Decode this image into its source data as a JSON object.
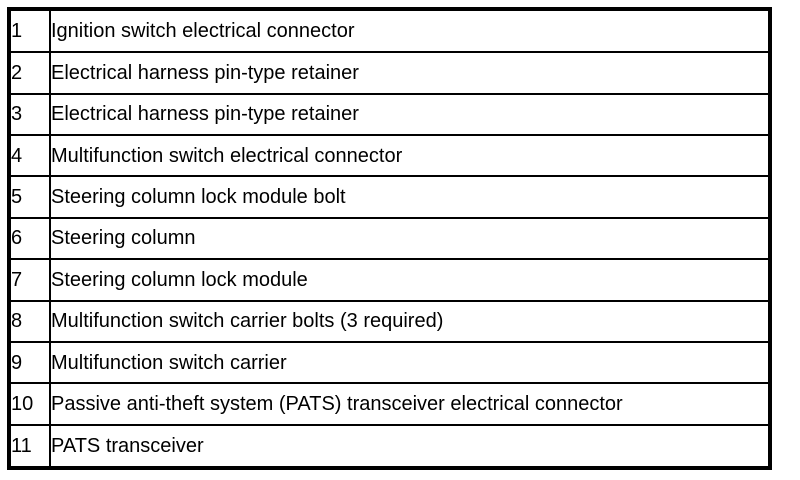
{
  "colors": {
    "background": "#ffffff",
    "border": "#000000",
    "text": "#000000"
  },
  "table": {
    "columns": [
      "item_number",
      "description"
    ],
    "rows": [
      {
        "num": "1",
        "description": "Ignition switch electrical connector"
      },
      {
        "num": "2",
        "description": "Electrical harness pin-type retainer"
      },
      {
        "num": "3",
        "description": "Electrical harness pin-type retainer"
      },
      {
        "num": "4",
        "description": "Multifunction switch electrical connector"
      },
      {
        "num": "5",
        "description": "Steering column lock module bolt"
      },
      {
        "num": "6",
        "description": "Steering column"
      },
      {
        "num": "7",
        "description": "Steering column lock module"
      },
      {
        "num": "8",
        "description": "Multifunction switch carrier bolts (3 required)"
      },
      {
        "num": "9",
        "description": "Multifunction switch carrier"
      },
      {
        "num": "10",
        "description": "Passive anti-theft system (PATS) transceiver electrical connector"
      },
      {
        "num": "11",
        "description": "PATS transceiver"
      }
    ]
  }
}
